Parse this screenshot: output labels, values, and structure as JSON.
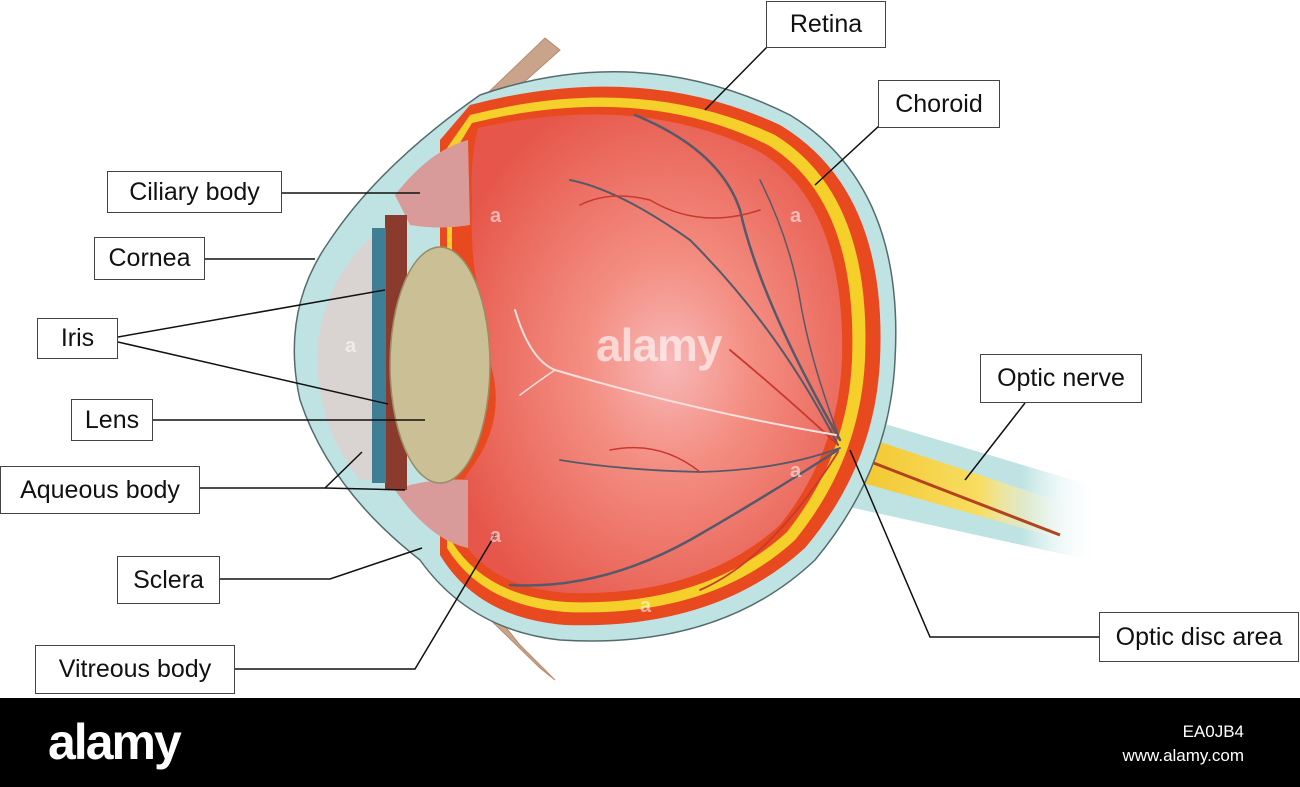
{
  "labels": {
    "retina": "Retina",
    "choroid": "Choroid",
    "ciliary_body": "Ciliary body",
    "cornea": "Cornea",
    "iris": "Iris",
    "lens": "Lens",
    "aqueous_body": "Aqueous body",
    "sclera": "Sclera",
    "vitreous_body": "Vitreous body",
    "optic_nerve": "Optic nerve",
    "optic_disc_area": "Optic disc area"
  },
  "watermark": {
    "center": "alamy",
    "small": "a"
  },
  "footer": {
    "logo": "alamy",
    "image_id": "EA0JB4",
    "url": "www.alamy.com"
  },
  "colors": {
    "sclera": "#bfe3e3",
    "vitreous": "#ef6a5a",
    "choroid_yellow": "#f5cf2a",
    "choroid_red": "#e8491f",
    "lens": "#cbbf95",
    "iris": "#3f7f95",
    "footer_bg": "#000000"
  }
}
